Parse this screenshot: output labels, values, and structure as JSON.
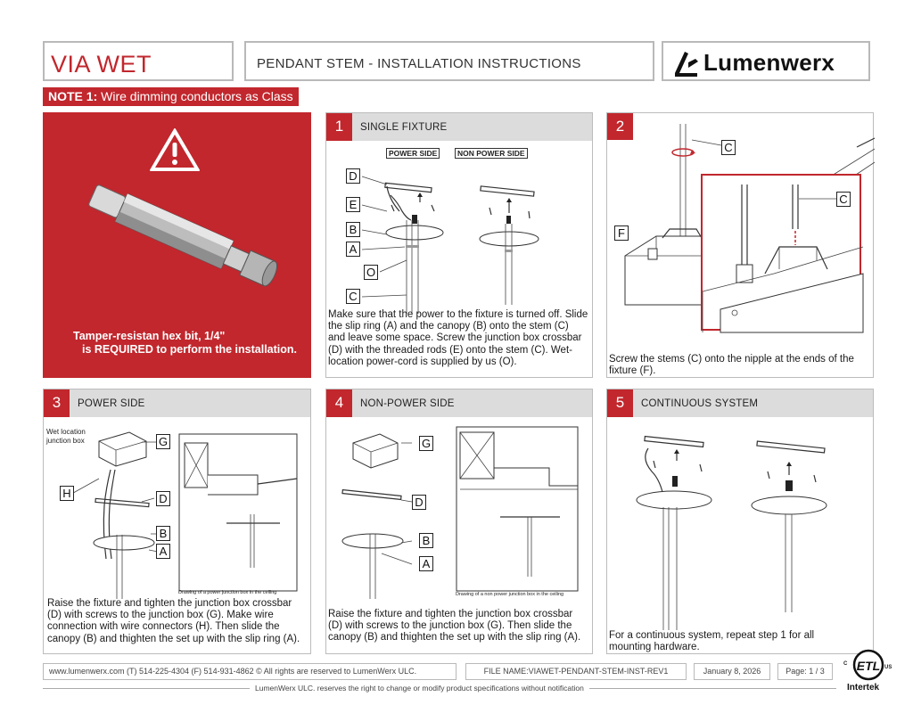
{
  "header": {
    "product": "VIA WET",
    "doc_title": "PENDANT STEM - INSTALLATION INSTRUCTIONS",
    "brand": "Lumenwerx"
  },
  "note": {
    "prefix": "NOTE 1:",
    "text": " Wire dimming conductors as Class"
  },
  "hero": {
    "icon": "warning-icon",
    "line1": "Tamper-resistan hex bit, 1/4\"",
    "line2": "is REQUIRED  to perform the installation."
  },
  "steps": [
    {
      "num": "1",
      "title": "SINGLE FIXTURE",
      "sub_left": "POWER SIDE",
      "sub_right": "NON POWER SIDE",
      "labels": [
        "D",
        "E",
        "B",
        "A",
        "O",
        "C"
      ],
      "text": "Make sure that the power to the fixture is turned off. Slide the slip ring (A) and the canopy (B) onto the stem (C) and leave some space. Screw the junction box crossbar (D) with the threaded rods (E) onto the stem (C). Wet-location power-cord is supplied by us (O)."
    },
    {
      "num": "2",
      "labels": [
        "C",
        "C",
        "F"
      ],
      "text": "Screw the stems (C) onto the nipple at the ends of the fixture (F)."
    },
    {
      "num": "3",
      "title": "POWER SIDE",
      "box_label": "Wet location junction box",
      "labels": [
        "G",
        "H",
        "D",
        "B",
        "A"
      ],
      "caption": "Drawing of a power junction box in the ceiling",
      "text": "Raise the fixture and tighten the junction box crossbar (D) with screws to the junction box (G). Make wire connection  with wire connectors (H). Then slide the canopy (B) and thighten the set up with the slip ring (A)."
    },
    {
      "num": "4",
      "title": "NON-POWER SIDE",
      "labels": [
        "G",
        "D",
        "B",
        "A"
      ],
      "caption": "Drawing of a non power junction box in the ceiling",
      "text": "Raise the fixture and tighten the junction box crossbar (D) with screws to the junction box (G). Then slide the canopy (B) and thighten the set up with the slip ring (A)."
    },
    {
      "num": "5",
      "title": "CONTINUOUS SYSTEM",
      "text": "For a continuous system, repeat step 1 for all mounting hardware."
    }
  ],
  "footer": {
    "contact": "www.lumenwerx.com (T) 514-225-4304 (F) 514-931-4862 © All rights are reserved to LumenWerx ULC.",
    "file": "FILE NAME:VIAWET-PENDANT-STEM-INST-REV1",
    "date": "January 8, 2026",
    "page": "Page: 1 / 3",
    "disclaimer": "LumenWerx ULC. reserves the right to change or modify product specifications without notification",
    "cert_us": "US",
    "cert_c": "C",
    "cert_name": "Intertek"
  },
  "colors": {
    "accent": "#c1272d",
    "header_gray": "#dcdcdc"
  }
}
